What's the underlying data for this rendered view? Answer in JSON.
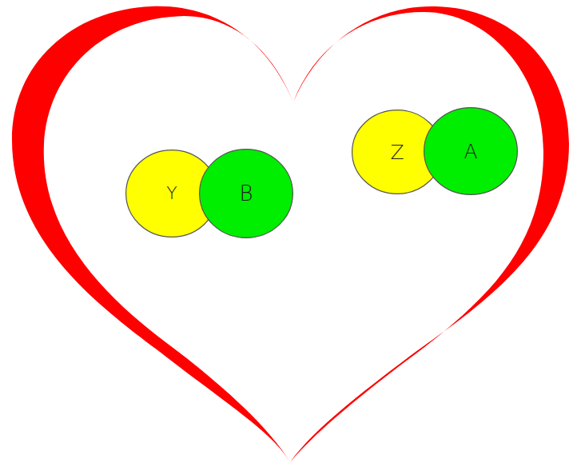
{
  "diagram": {
    "nodes": [
      {
        "text": [
          "Y"
        ]
      },
      {
        "text": [
          "B"
        ]
      },
      {
        "text": [
          "Z"
        ]
      },
      {
        "text": [
          "A"
        ]
      }
    ]
  }
}
